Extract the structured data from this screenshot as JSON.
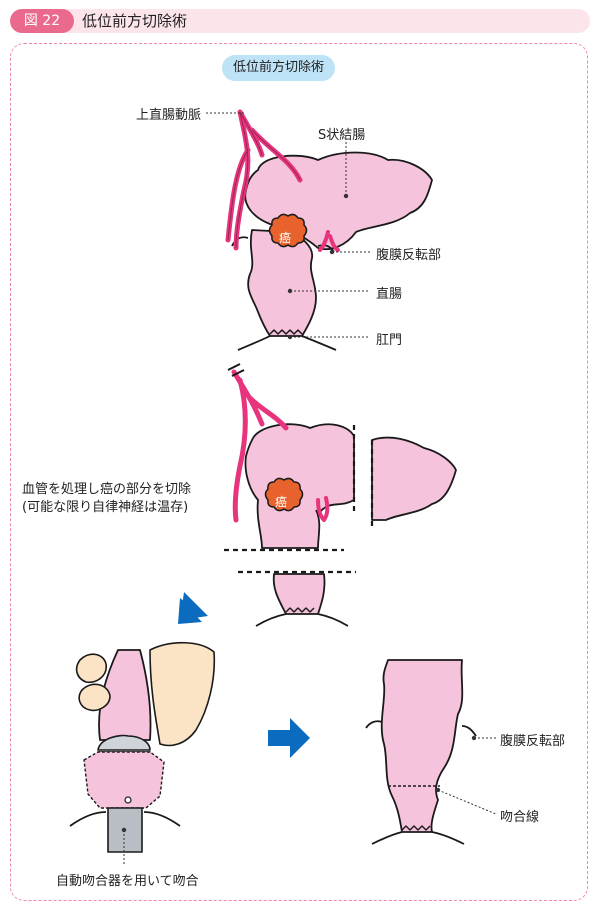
{
  "header": {
    "figure_number": "図 22",
    "title": "低位前方切除術"
  },
  "pill_title": "低位前方切除術",
  "labels": {
    "artery": "上直腸動脈",
    "sigmoid": "S状結腸",
    "cancer": "癌",
    "peritoneal_reflection": "腹膜反転部",
    "rectum": "直腸",
    "anus": "肛門",
    "step2_line1": "血管を処理し癌の部分を切除",
    "step2_line2": "(可能な限り自律神経は温存)",
    "stapler": "自動吻合器を用いて吻合",
    "anastomosis": "吻合線"
  },
  "colors": {
    "tissue": "#f6c3dc",
    "vessel": "#e8337d",
    "tumor": "#e8622e",
    "arrow": "#0a6bbf"
  }
}
